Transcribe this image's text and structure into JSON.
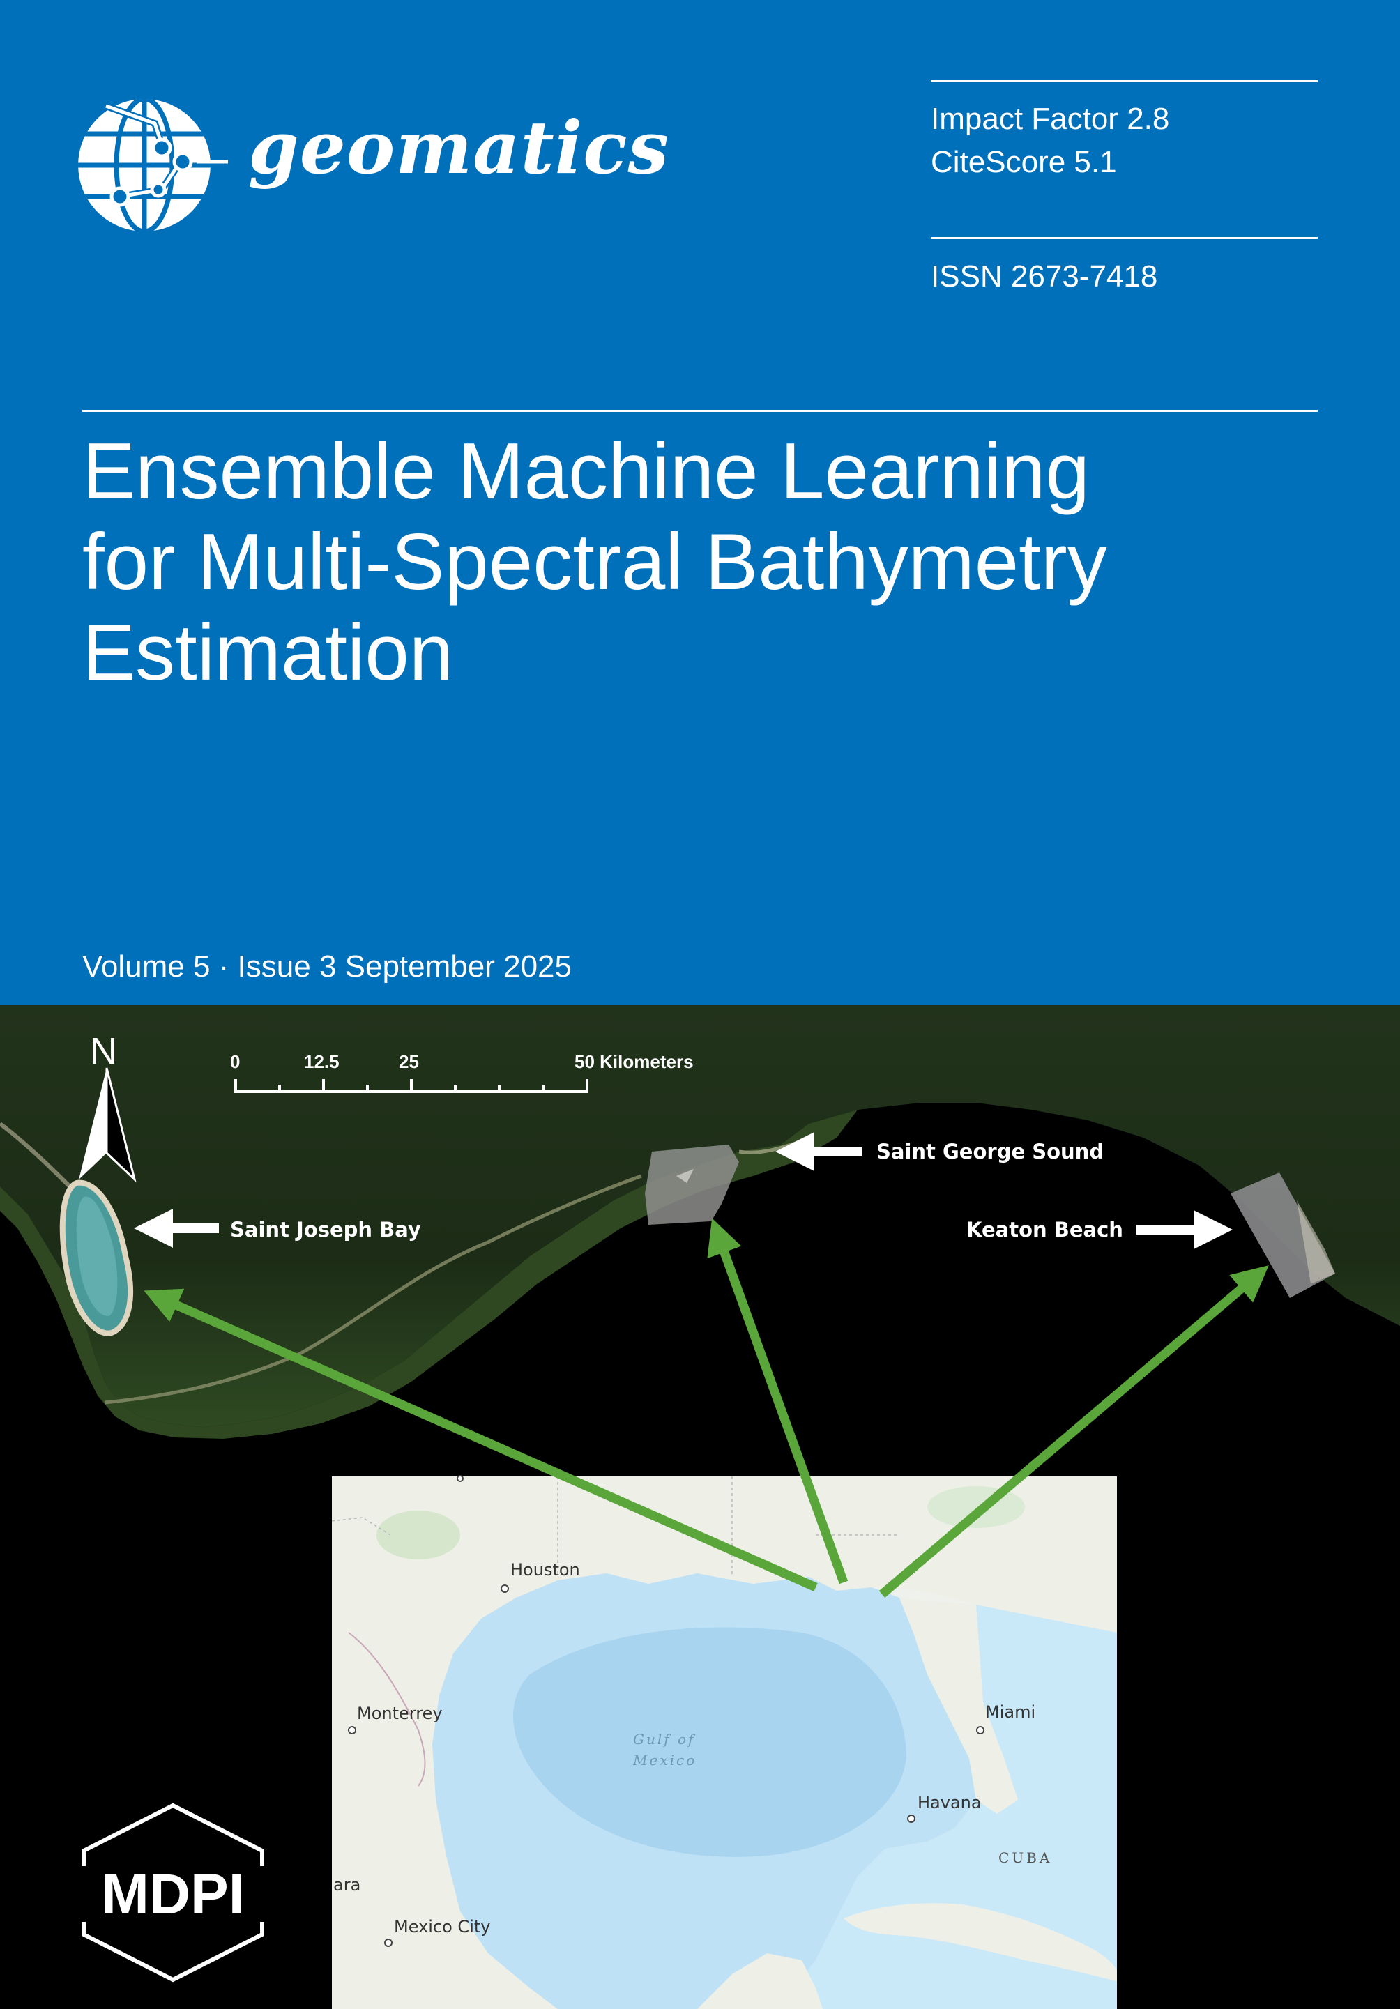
{
  "journal": {
    "name": "geomatics",
    "impact_factor": "Impact Factor 2.8",
    "citescore": "CiteScore 5.1",
    "issn": "ISSN 2673-7418"
  },
  "article": {
    "title_lines": [
      "Ensemble Machine Learning",
      "for Multi-Spectral Bathymetry",
      "Estimation"
    ]
  },
  "issue": {
    "volume_line": "Volume 5 · Issue 3 September 2025"
  },
  "map": {
    "north": "N",
    "scale_ticks": [
      "0",
      "12.5",
      "25",
      "50 Kilometers"
    ],
    "sites": [
      "Saint Joseph Bay",
      "Saint George Sound",
      "Keaton Beach"
    ],
    "inset": {
      "cities": [
        "Houston",
        "Monterrey",
        "Miami",
        "Havana",
        "Mexico City",
        "ara"
      ],
      "water": [
        "Gulf of",
        "Mexico"
      ],
      "country": "CUBA"
    },
    "colors": {
      "arrow_green": "#5aa63a",
      "cover_blue": "#0070ba"
    }
  },
  "publisher": {
    "name": "MDPI"
  }
}
